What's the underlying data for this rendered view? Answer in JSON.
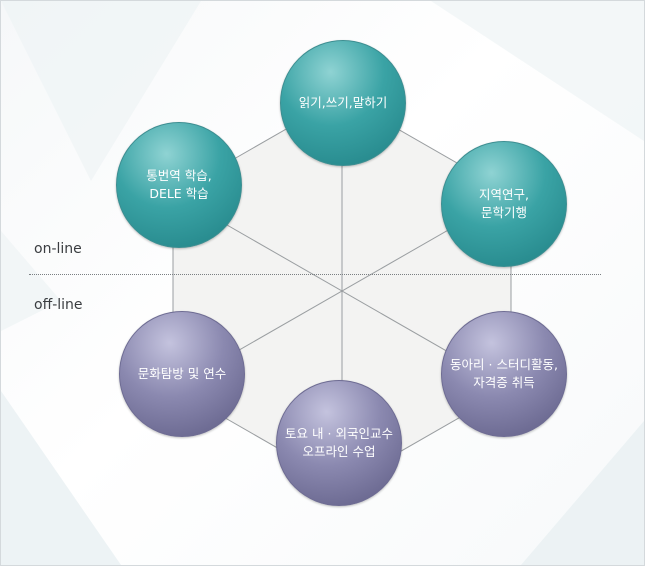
{
  "sections": {
    "online_label": "on-line",
    "offline_label": "off-line"
  },
  "nodes": {
    "reading_writing": "읽기,쓰기,말하기",
    "translation": "통번역 학습,\nDELE 학습",
    "regional_studies": "지역연구,\n문학기행",
    "cultural_tour": "문화탐방 및 연수",
    "clubs": "동아리 · 스터디활동,\n자격증 취득",
    "saturday_class": "토요 내 · 외국인교수\n오프라인 수업"
  },
  "colors": {
    "online_node": "#3aa3a5",
    "offline_node": "#8b89b0",
    "hexagon_line": "#9a9ea1",
    "hexagon_fill": "#f3f3f2"
  }
}
